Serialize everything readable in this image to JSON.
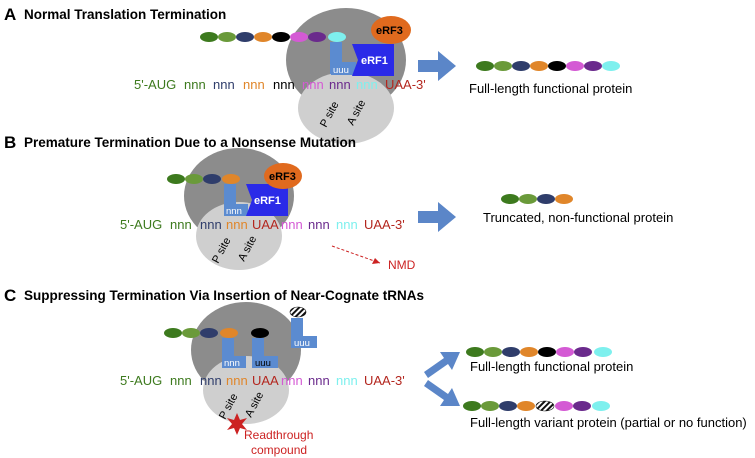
{
  "colors": {
    "green": "#3d7a1e",
    "olive": "#6a9a3a",
    "navy": "#2f3d6b",
    "orange": "#e0862a",
    "black": "#000000",
    "magenta": "#d45ad4",
    "purple": "#6a2a8c",
    "cyan": "#7ef0ee",
    "stop_red": "#b3261e",
    "erf1_blue": "#2a2ae8",
    "erf3_orange": "#e06a1e",
    "trna_blue": "#5b8bd0",
    "arrow_blue": "#5b86c8",
    "ribosome_dark": "#8c8c8c",
    "ribosome_light": "#cfcfcf",
    "nmd_red": "#cc2222"
  },
  "panels": [
    {
      "letter": "A",
      "title": "Normal Translation Termination",
      "mrna": {
        "start": "5'-AUG",
        "codons": [
          "nnn",
          "nnn",
          "nnn",
          "nnn",
          "nnn",
          "nnn",
          "nnn"
        ],
        "stop": "UAA-3'"
      },
      "p_site": "P site",
      "a_site": "A site",
      "erf1": "eRF1",
      "erf3": "eRF3",
      "anticodon": "uuu",
      "result": "Full-length functional protein"
    },
    {
      "letter": "B",
      "title": "Premature Termination Due to a Nonsense Mutation",
      "mrna": {
        "start": "5'-AUG",
        "codons": [
          "nnn",
          "nnn",
          "nnn",
          "nnn",
          "nnn",
          "nnn"
        ],
        "stop_mid": "UAA",
        "stop": "UAA-3'"
      },
      "p_site": "P site",
      "a_site": "A site",
      "erf1": "eRF1",
      "erf3": "eRF3",
      "anticodon": "nnn",
      "nmd": "NMD",
      "result": "Truncated, non-functional protein"
    },
    {
      "letter": "C",
      "title": "Suppressing Termination Via Insertion of Near-Cognate tRNAs",
      "mrna": {
        "start": "5'-AUG",
        "codons": [
          "nnn",
          "nnn",
          "nnn",
          "nnn",
          "nnn",
          "nnn"
        ],
        "stop_mid": "UAA",
        "stop": "UAA-3'"
      },
      "p_site": "P site",
      "a_site": "A site",
      "anticodon_p": "nnn",
      "anticodon_a": "uuu",
      "anticodon_free": "uuu",
      "compound_line1": "Readthrough",
      "compound_line2": "compound",
      "result1": "Full-length functional protein",
      "result2": "Full-length variant protein (partial or no function)"
    }
  ]
}
